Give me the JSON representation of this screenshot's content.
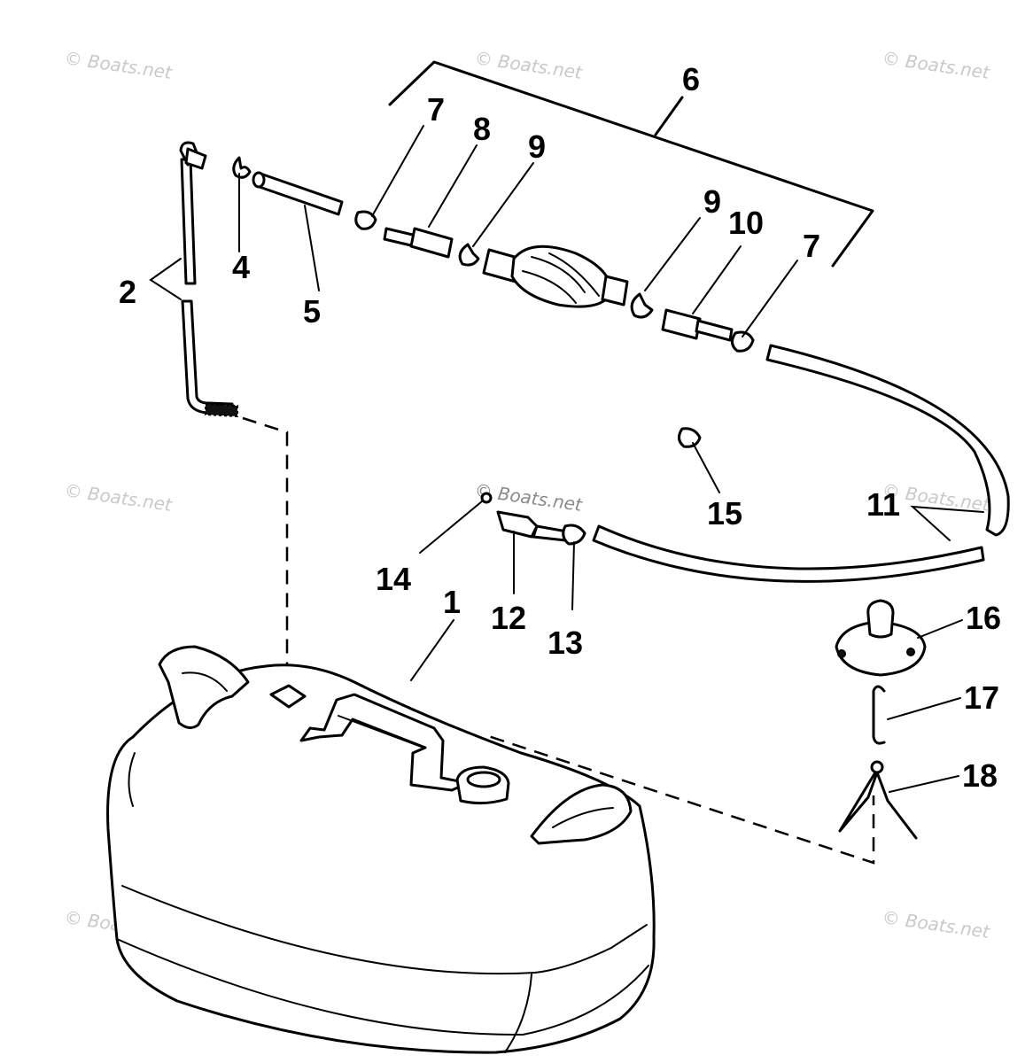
{
  "watermark": "© Boats.net",
  "callouts": [
    {
      "id": "1",
      "text": "1"
    },
    {
      "id": "2",
      "text": "2"
    },
    {
      "id": "4",
      "text": "4"
    },
    {
      "id": "5",
      "text": "5"
    },
    {
      "id": "6",
      "text": "6"
    },
    {
      "id": "7a",
      "text": "7"
    },
    {
      "id": "8",
      "text": "8"
    },
    {
      "id": "9a",
      "text": "9"
    },
    {
      "id": "9b",
      "text": "9"
    },
    {
      "id": "10",
      "text": "10"
    },
    {
      "id": "7b",
      "text": "7"
    },
    {
      "id": "11",
      "text": "11"
    },
    {
      "id": "12",
      "text": "12"
    },
    {
      "id": "13",
      "text": "13"
    },
    {
      "id": "14",
      "text": "14"
    },
    {
      "id": "15",
      "text": "15"
    },
    {
      "id": "16",
      "text": "16"
    },
    {
      "id": "17",
      "text": "17"
    },
    {
      "id": "18",
      "text": "18"
    }
  ]
}
